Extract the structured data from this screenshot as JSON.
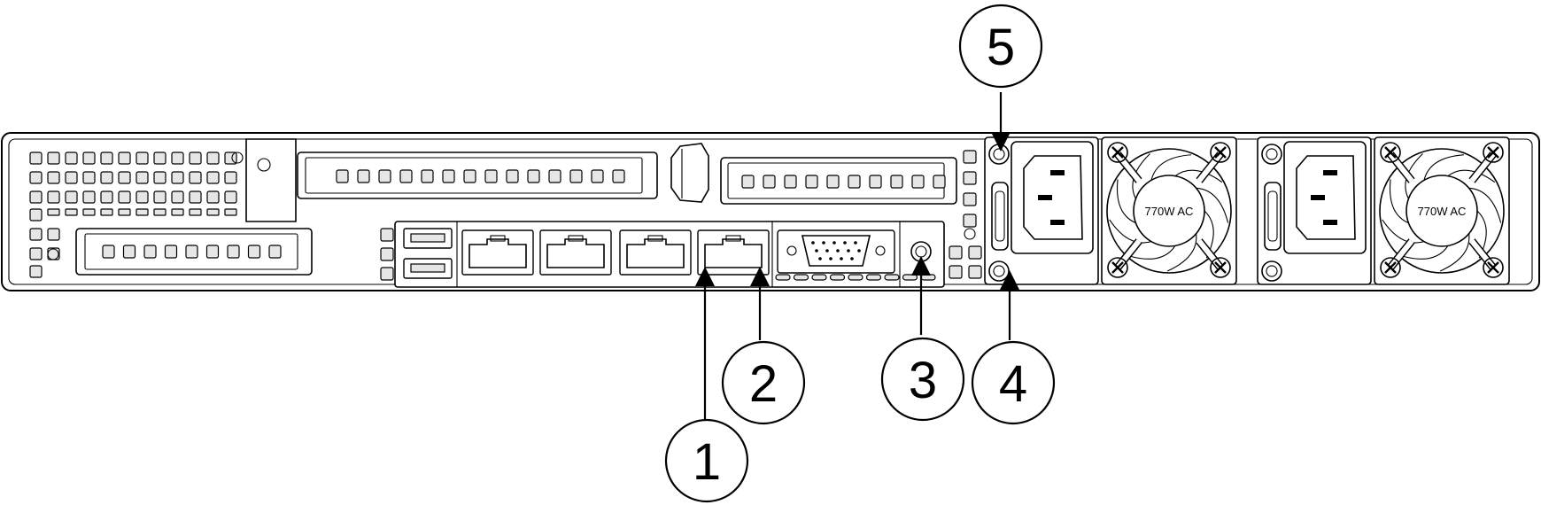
{
  "colors": {
    "line": "#000000",
    "fill_light": "#e6e6e6",
    "background": "#ffffff"
  },
  "power_supplies": [
    {
      "label": "770W AC"
    },
    {
      "label": "770W AC"
    }
  ],
  "callouts": [
    {
      "id": "1",
      "label": "1"
    },
    {
      "id": "2",
      "label": "2"
    },
    {
      "id": "3",
      "label": "3"
    },
    {
      "id": "4",
      "label": "4"
    },
    {
      "id": "5",
      "label": "5"
    }
  ],
  "icons": [
    "usb-port-icon",
    "rj45-port-icon",
    "vga-port-icon",
    "power-inlet-icon",
    "fan-icon",
    "screw-icon"
  ]
}
